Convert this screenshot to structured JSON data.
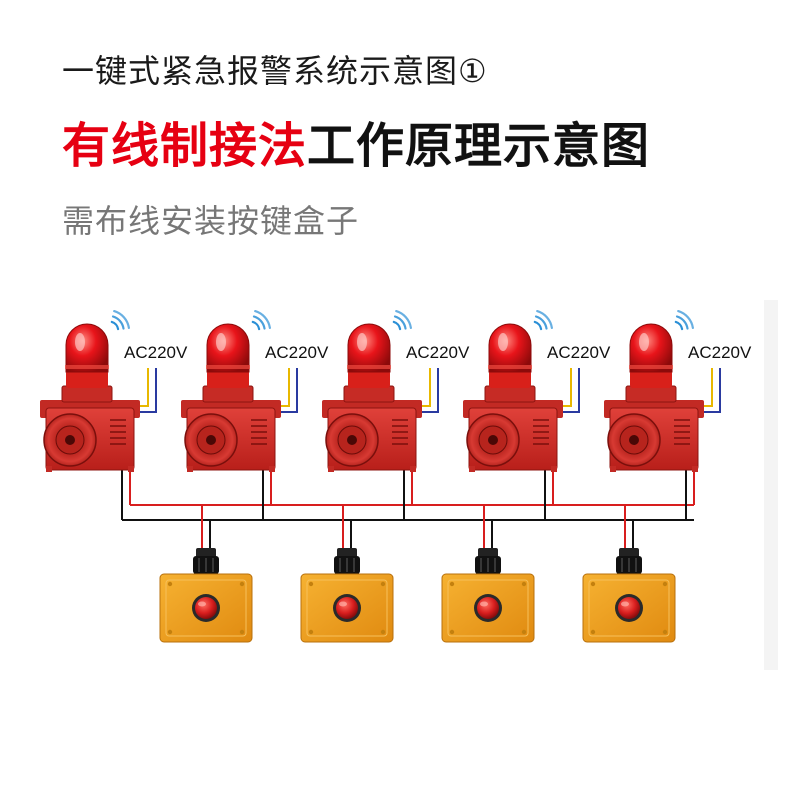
{
  "header": {
    "line1": "一键式紧急报警系统示意图①",
    "line2_red": "有线制接法",
    "line2_black": "工作原理示意图",
    "line3": "需布线安装按键盒子"
  },
  "alarms": [
    {
      "label": "AC220V"
    },
    {
      "label": "AC220V"
    },
    {
      "label": "AC220V"
    },
    {
      "label": "AC220V"
    },
    {
      "label": "AC220V"
    }
  ],
  "buttons": [
    {},
    {},
    {},
    {}
  ],
  "colors": {
    "accent_red": "#e60012",
    "alarm_body": "#d0322b",
    "lamp_red": "#e8141a",
    "button_box": "#f0a020",
    "wire_black": "#111111",
    "wire_red": "#d81e1e",
    "wire_yellow": "#e8b800",
    "wire_blue": "#2a3aa0"
  },
  "icons": {
    "alarm": "alarm-siren-icon",
    "signal": "wireless-signal-icon",
    "button": "push-button-box-icon"
  }
}
